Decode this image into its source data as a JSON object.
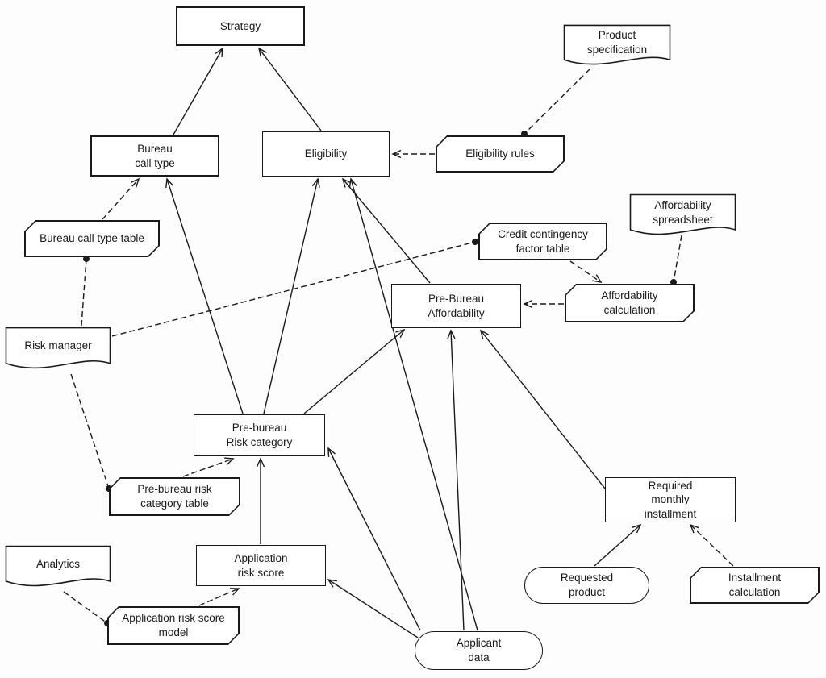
{
  "colors": {
    "line": "#1a1a1a",
    "background": "#fdfdfd",
    "node_fill": "#ffffff"
  },
  "nodes": {
    "strategy": {
      "label": "Strategy",
      "type": "decision"
    },
    "bureau_call_type": {
      "label": "Bureau\ncall type",
      "type": "decision"
    },
    "eligibility": {
      "label": "Eligibility",
      "type": "decision"
    },
    "eligibility_rules": {
      "label": "Eligibility rules",
      "type": "business-knowledge-model"
    },
    "product_specification": {
      "label": "Product\nspecification",
      "type": "knowledge-source"
    },
    "bureau_call_type_table": {
      "label": "Bureau call type table",
      "type": "business-knowledge-model"
    },
    "credit_contingency_factor_table": {
      "label": "Credit contingency\nfactor table",
      "type": "business-knowledge-model"
    },
    "affordability_spreadsheet": {
      "label": "Affordability\nspreadsheet",
      "type": "knowledge-source"
    },
    "pre_bureau_affordability": {
      "label": "Pre-Bureau\nAffordability",
      "type": "decision"
    },
    "affordability_calculation": {
      "label": "Affordability\ncalculation",
      "type": "business-knowledge-model"
    },
    "risk_manager": {
      "label": "Risk manager",
      "type": "knowledge-source"
    },
    "pre_bureau_risk_category": {
      "label": "Pre-bureau\nRisk category",
      "type": "decision"
    },
    "pre_bureau_risk_category_table": {
      "label": "Pre-bureau risk\ncategory table",
      "type": "business-knowledge-model"
    },
    "required_monthly_installment": {
      "label": "Required\nmonthly\ninstallment",
      "type": "decision"
    },
    "application_risk_score": {
      "label": "Application\nrisk score",
      "type": "decision"
    },
    "analytics": {
      "label": "Analytics",
      "type": "knowledge-source"
    },
    "application_risk_score_model": {
      "label": "Application risk score\nmodel",
      "type": "business-knowledge-model"
    },
    "requested_product": {
      "label": "Requested\nproduct",
      "type": "input-data"
    },
    "installment_calculation": {
      "label": "Installment\ncalculation",
      "type": "business-knowledge-model"
    },
    "applicant_data": {
      "label": "Applicant\ndata",
      "type": "input-data"
    }
  },
  "edges": [
    {
      "from": "bureau_call_type",
      "to": "strategy",
      "type": "information_requirement"
    },
    {
      "from": "eligibility",
      "to": "strategy",
      "type": "information_requirement"
    },
    {
      "from": "pre_bureau_risk_category",
      "to": "bureau_call_type",
      "type": "information_requirement"
    },
    {
      "from": "pre_bureau_risk_category",
      "to": "eligibility",
      "type": "information_requirement"
    },
    {
      "from": "pre_bureau_affordability",
      "to": "eligibility",
      "type": "information_requirement"
    },
    {
      "from": "applicant_data",
      "to": "eligibility",
      "type": "information_requirement"
    },
    {
      "from": "pre_bureau_risk_category",
      "to": "pre_bureau_affordability",
      "type": "information_requirement"
    },
    {
      "from": "applicant_data",
      "to": "pre_bureau_affordability",
      "type": "information_requirement"
    },
    {
      "from": "required_monthly_installment",
      "to": "pre_bureau_affordability",
      "type": "information_requirement"
    },
    {
      "from": "applicant_data",
      "to": "pre_bureau_risk_category",
      "type": "information_requirement"
    },
    {
      "from": "application_risk_score",
      "to": "pre_bureau_risk_category",
      "type": "information_requirement"
    },
    {
      "from": "applicant_data",
      "to": "application_risk_score",
      "type": "information_requirement"
    },
    {
      "from": "requested_product",
      "to": "required_monthly_installment",
      "type": "information_requirement"
    },
    {
      "from": "eligibility_rules",
      "to": "eligibility",
      "type": "knowledge_requirement"
    },
    {
      "from": "bureau_call_type_table",
      "to": "bureau_call_type",
      "type": "knowledge_requirement"
    },
    {
      "from": "affordability_calculation",
      "to": "pre_bureau_affordability",
      "type": "knowledge_requirement"
    },
    {
      "from": "credit_contingency_factor_table",
      "to": "affordability_calculation",
      "type": "knowledge_requirement"
    },
    {
      "from": "pre_bureau_risk_category_table",
      "to": "pre_bureau_risk_category",
      "type": "knowledge_requirement"
    },
    {
      "from": "application_risk_score_model",
      "to": "application_risk_score",
      "type": "knowledge_requirement"
    },
    {
      "from": "installment_calculation",
      "to": "required_monthly_installment",
      "type": "knowledge_requirement"
    },
    {
      "from": "product_specification",
      "to": "eligibility_rules",
      "type": "authority_requirement"
    },
    {
      "from": "affordability_spreadsheet",
      "to": "affordability_calculation",
      "type": "authority_requirement"
    },
    {
      "from": "risk_manager",
      "to": "bureau_call_type_table",
      "type": "authority_requirement"
    },
    {
      "from": "risk_manager",
      "to": "credit_contingency_factor_table",
      "type": "authority_requirement"
    },
    {
      "from": "risk_manager",
      "to": "pre_bureau_risk_category_table",
      "type": "authority_requirement"
    },
    {
      "from": "analytics",
      "to": "application_risk_score_model",
      "type": "authority_requirement"
    }
  ]
}
